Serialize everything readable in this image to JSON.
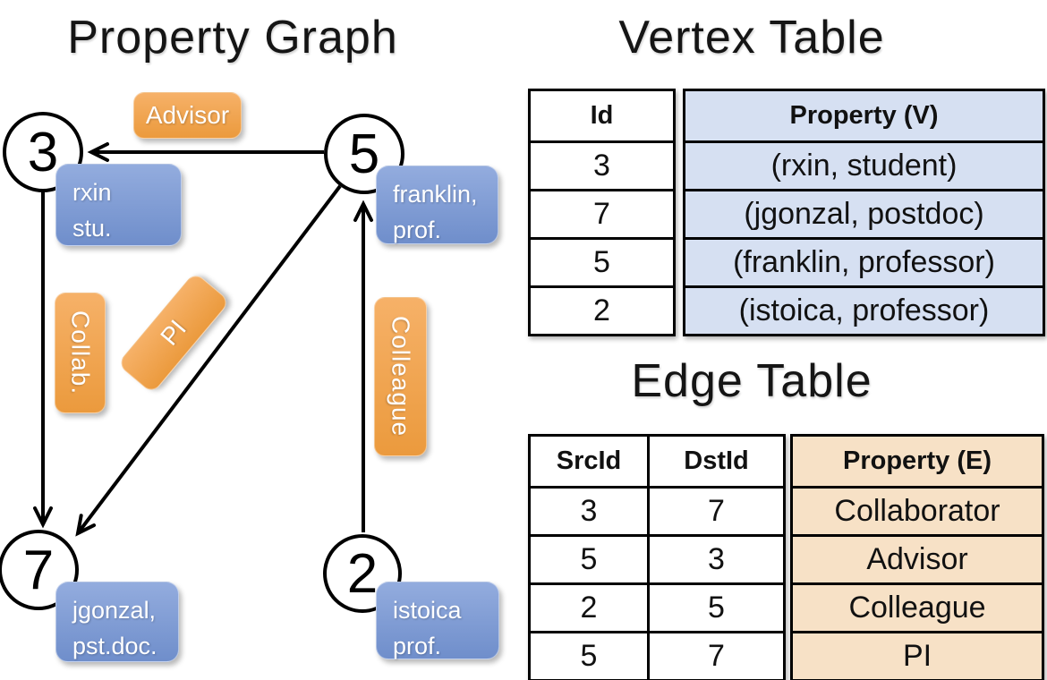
{
  "titles": {
    "property_graph": "Property Graph",
    "vertex_table": "Vertex Table",
    "edge_table": "Edge Table"
  },
  "graph": {
    "nodes": [
      {
        "id": "3",
        "property_line1": "rxin",
        "property_line2": "stu."
      },
      {
        "id": "5",
        "property_line1": "franklin,",
        "property_line2": "prof."
      },
      {
        "id": "7",
        "property_line1": "jgonzal,",
        "property_line2": "pst.doc."
      },
      {
        "id": "2",
        "property_line1": "istoica",
        "property_line2": "prof."
      }
    ],
    "edge_labels": {
      "advisor": "Advisor",
      "collab": "Collab.",
      "pi": "PI",
      "colleague": "Colleague"
    }
  },
  "vertex_table": {
    "headers": {
      "id": "Id",
      "property": "Property (V)"
    },
    "rows": [
      {
        "id": "3",
        "property": "(rxin, student)"
      },
      {
        "id": "7",
        "property": "(jgonzal, postdoc)"
      },
      {
        "id": "5",
        "property": "(franklin, professor)"
      },
      {
        "id": "2",
        "property": "(istoica, professor)"
      }
    ]
  },
  "edge_table": {
    "headers": {
      "src": "SrcId",
      "dst": "DstId",
      "property": "Property (E)"
    },
    "rows": [
      {
        "src": "3",
        "dst": "7",
        "property": "Collaborator"
      },
      {
        "src": "5",
        "dst": "3",
        "property": "Advisor"
      },
      {
        "src": "2",
        "dst": "5",
        "property": "Colleague"
      },
      {
        "src": "5",
        "dst": "7",
        "property": "PI"
      }
    ]
  },
  "colors": {
    "orange-top": "#f6b168",
    "orange-bottom": "#eb9a3d",
    "blue-top": "#93acde",
    "blue-bottom": "#6f8ecb",
    "vertex-cell": "#d6e0f2",
    "edge-cell": "#f7e1c6",
    "line": "#000000"
  }
}
